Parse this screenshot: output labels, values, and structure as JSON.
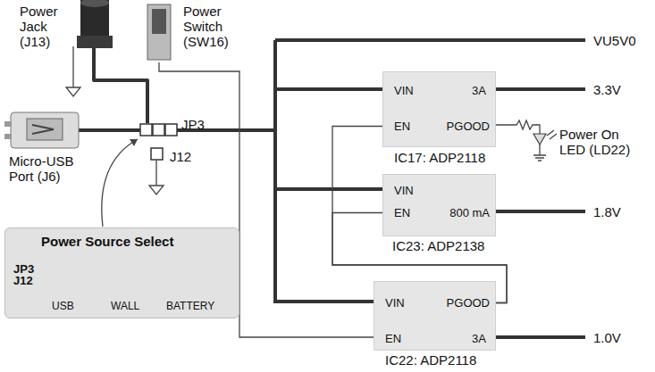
{
  "diagram": {
    "nodes": [
      {
        "text": [
          "VIN",
          "3A",
          "EN",
          "PGOOD",
          "IC17: ADP2118"
        ]
      },
      {
        "text": [
          "VIN",
          "EN",
          "800 mA",
          "IC23: ADP2138"
        ]
      },
      {
        "text": [
          "Power Source Select",
          "JP3 J12",
          "USB",
          "WALL",
          "BATTERY"
        ]
      },
      {
        "text": [
          "VIN",
          "PGOOD",
          "EN",
          "3A",
          "IC22: ADP2118"
        ]
      }
    ],
    "edges": [
      {
        "from": 3,
        "to": 0,
        "arrow": "none"
      },
      {
        "from": 3,
        "to": 1,
        "arrow": "none"
      }
    ],
    "labels": [
      "Power Jack (J13)",
      "Power Switch (SW16)",
      "Micro-USB Port (J6)",
      "JP3",
      "J12",
      "VU5V0",
      "3.3V",
      "1.8V",
      "1.0V",
      "Power On LED (LD22)"
    ]
  }
}
